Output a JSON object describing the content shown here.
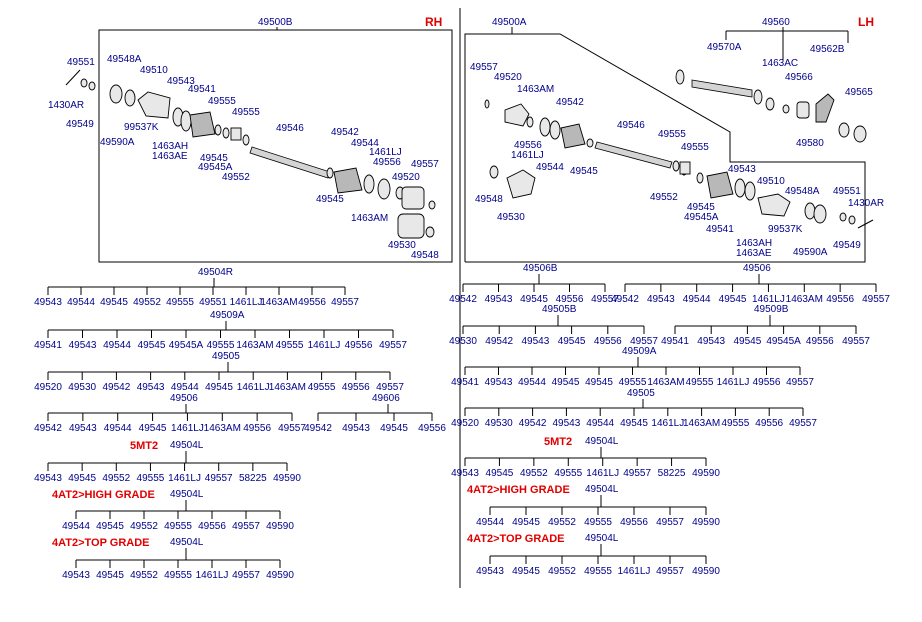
{
  "rh": {
    "side_label": "RH",
    "assembly": "49500B",
    "callouts": [
      "49551",
      "49548A",
      "49510",
      "1430AR",
      "49549",
      "49590A",
      "99537K",
      "49543",
      "49541",
      "49555",
      "49555",
      "1463AH",
      "1463AE",
      "49545",
      "49545A",
      "49552",
      "49546",
      "49542",
      "49544",
      "1461LJ",
      "49556",
      "49557",
      "49520",
      "49545",
      "1463AM",
      "49530",
      "49548"
    ],
    "trees": [
      {
        "root": "49504R",
        "children": [
          "49543",
          "49544",
          "49545",
          "49552",
          "49555",
          "49551",
          "1461LJ",
          "1463AM",
          "49556",
          "49557"
        ]
      },
      {
        "root": "49509A",
        "children": [
          "49541",
          "49543",
          "49544",
          "49545",
          "49545A",
          "49555",
          "1463AM",
          "49555",
          "1461LJ",
          "49556",
          "49557"
        ]
      },
      {
        "root": "49505",
        "children": [
          "49520",
          "49530",
          "49542",
          "49543",
          "49544",
          "49545",
          "1461LJ",
          "1463AM",
          "49555",
          "49556",
          "49557"
        ]
      },
      {
        "root": "49506",
        "children": [
          "49542",
          "49543",
          "49544",
          "49545",
          "1461LJ",
          "1463AM",
          "49556",
          "49557"
        ]
      },
      {
        "root": "49606",
        "children": [
          "49542",
          "49543",
          "49545",
          "49556"
        ]
      },
      {
        "group": "5MT2",
        "root": "49504L",
        "children": [
          "49543",
          "49545",
          "49552",
          "49555",
          "1461LJ",
          "49557",
          "58225",
          "49590"
        ]
      },
      {
        "group": "4AT2>HIGH GRADE",
        "root": "49504L",
        "children": [
          "49544",
          "49545",
          "49552",
          "49555",
          "49556",
          "49557",
          "49590"
        ]
      },
      {
        "group": "4AT2>TOP GRADE",
        "root": "49504L",
        "children": [
          "49543",
          "49545",
          "49552",
          "49555",
          "1461LJ",
          "49557",
          "49590"
        ]
      }
    ]
  },
  "lh": {
    "side_label": "LH",
    "assembly": "49500A",
    "sub_assembly": "49560",
    "callouts": [
      "49570A",
      "1463AC",
      "49562B",
      "49566",
      "49565",
      "49580",
      "49557",
      "49520",
      "1463AM",
      "49542",
      "49546",
      "49556",
      "1461LJ",
      "49544",
      "49545",
      "49555",
      "49555",
      "49543",
      "49552",
      "49545",
      "49545A",
      "49541",
      "49510",
      "49548A",
      "49551",
      "1430AR",
      "99537K",
      "1463AH",
      "1463AE",
      "49590A",
      "49549",
      "49548",
      "49530"
    ],
    "trees": [
      {
        "root": "49506B",
        "children": [
          "49542",
          "49543",
          "49545",
          "49556",
          "49557"
        ]
      },
      {
        "root": "49506",
        "children": [
          "49542",
          "49543",
          "49544",
          "49545",
          "1461LJ",
          "1463AM",
          "49556",
          "49557"
        ]
      },
      {
        "root": "49505B",
        "children": [
          "49530",
          "49542",
          "49543",
          "49545",
          "49556",
          "49557"
        ]
      },
      {
        "root": "49509B",
        "children": [
          "49541",
          "49543",
          "49545",
          "49545A",
          "49556",
          "49557"
        ]
      },
      {
        "root": "49509A",
        "children": [
          "49541",
          "49543",
          "49544",
          "49545",
          "49545",
          "49555",
          "1463AM",
          "49555",
          "1461LJ",
          "49556",
          "49557"
        ]
      },
      {
        "root": "49505",
        "children": [
          "49520",
          "49530",
          "49542",
          "49543",
          "49544",
          "49545",
          "1461LJ",
          "1463AM",
          "49555",
          "49556",
          "49557"
        ]
      },
      {
        "group": "5MT2",
        "root": "49504L",
        "children": [
          "49543",
          "49545",
          "49552",
          "49555",
          "1461LJ",
          "49557",
          "58225",
          "49590"
        ]
      },
      {
        "group": "4AT2>HIGH GRADE",
        "root": "49504L",
        "children": [
          "49544",
          "49545",
          "49552",
          "49555",
          "49556",
          "49557",
          "49590"
        ]
      },
      {
        "group": "4AT2>TOP GRADE",
        "root": "49504L",
        "children": [
          "49543",
          "49545",
          "49552",
          "49555",
          "1461LJ",
          "49557",
          "49590"
        ]
      }
    ]
  },
  "colors": {
    "label": "#00008b",
    "accent": "#e00000",
    "line": "#000000"
  }
}
